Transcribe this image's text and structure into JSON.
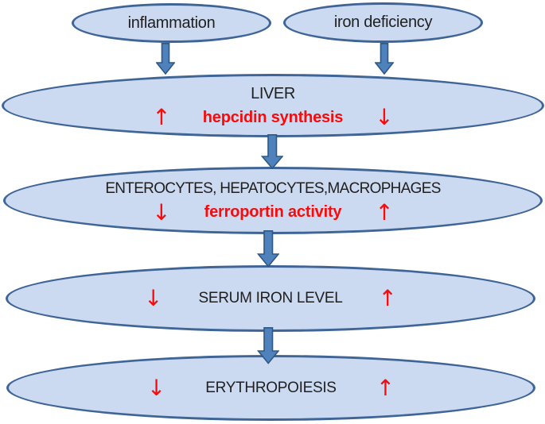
{
  "diagram": {
    "causes": [
      {
        "label": "inflammation"
      },
      {
        "label": "iron deficiency"
      }
    ],
    "stages": [
      {
        "organ": "LIVER",
        "left_change": "↑",
        "process": "hepcidin synthesis",
        "right_change": "↓"
      },
      {
        "organ": "ENTEROCYTES, HEPATOCYTES,MACROPHAGES",
        "left_change": "↓",
        "process": "ferroportin activity",
        "right_change": "↑"
      },
      {
        "left_change": "↓",
        "label": "SERUM IRON LEVEL",
        "right_change": "↑"
      },
      {
        "left_change": "↓",
        "label": "ERYTHROPOIESIS",
        "right_change": "↑"
      }
    ],
    "colors": {
      "node_fill": "#CBDAF0",
      "node_border": "#3F6496",
      "arrow_fill": "#4F81BD",
      "arrow_border": "#2F5882",
      "highlight_red": "#FA0A0A",
      "text_black": "#1F1F1F"
    }
  }
}
